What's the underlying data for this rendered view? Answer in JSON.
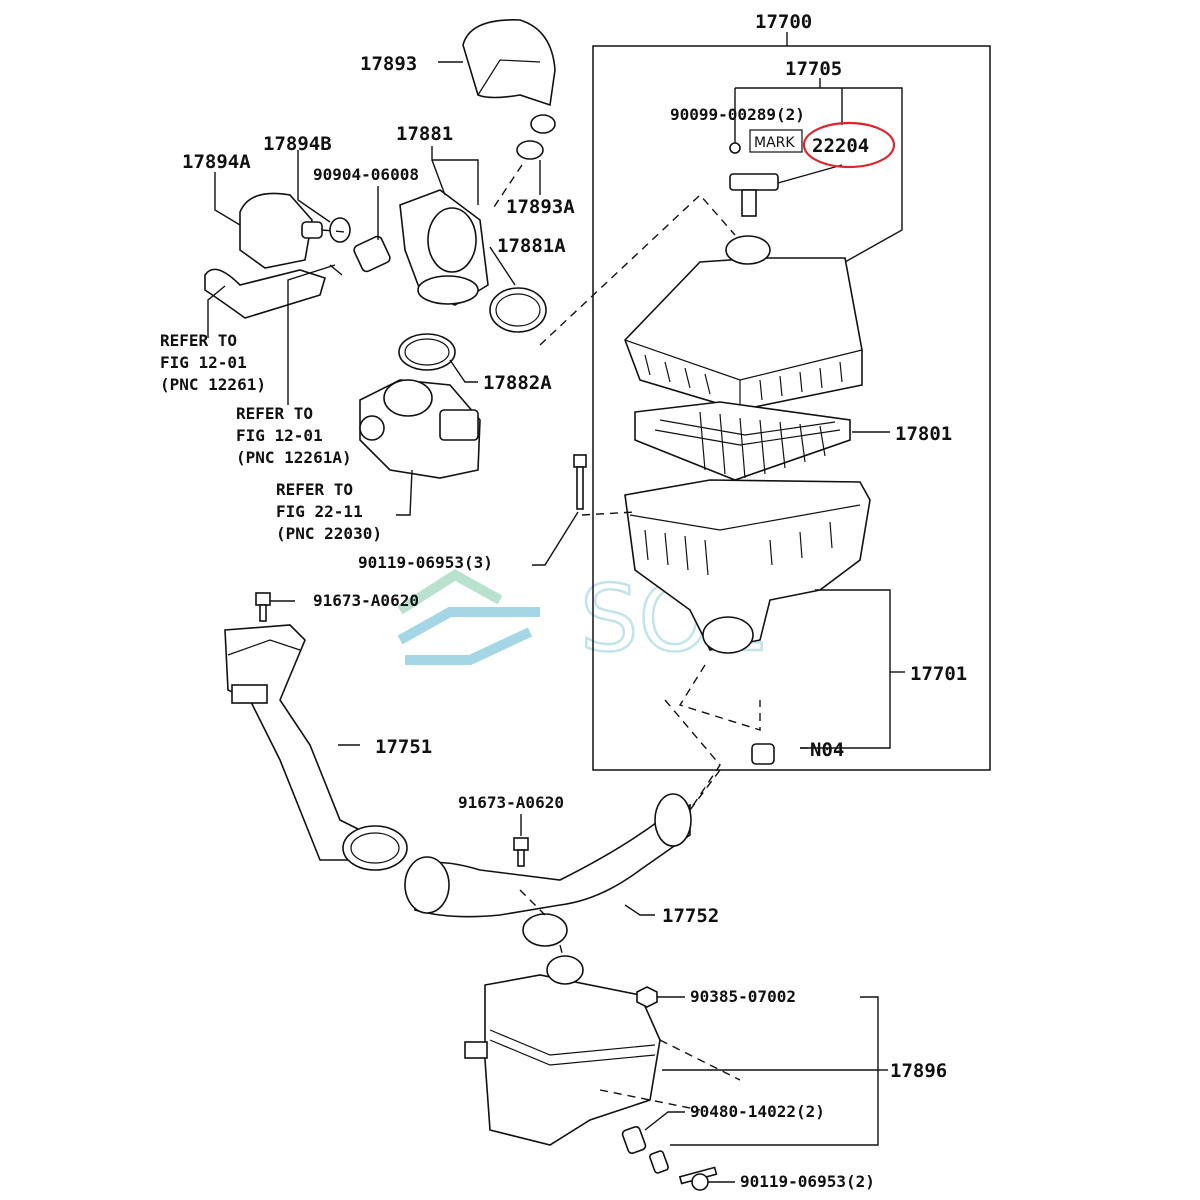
{
  "watermark": "SOL",
  "highlight_color": "#e0242c",
  "labels": {
    "l17700": "17700",
    "l17705": "17705",
    "l90099": "90099-00289(2)",
    "mark": "MARK",
    "l22204": "22204",
    "l17893": "17893",
    "l17894B": "17894B",
    "l17881": "17881",
    "l17894A": "17894A",
    "l90904": "90904-06008",
    "l17893A": "17893A",
    "l17881A": "17881A",
    "l17882A": "17882A",
    "ref1_a": "REFER TO",
    "ref1_b": "FIG 12-01",
    "ref1_c": "(PNC 12261)",
    "ref2_a": "REFER TO",
    "ref2_b": "FIG 12-01",
    "ref2_c": "(PNC 12261A)",
    "ref3_a": "REFER TO",
    "ref3_b": "FIG 22-11",
    "ref3_c": "(PNC 22030)",
    "l17801": "17801",
    "l90119a": "90119-06953(3)",
    "l91673a": "91673-A0620",
    "l17701": "17701",
    "l17751": "17751",
    "lN04": "N04",
    "l91673b": "91673-A0620",
    "l17752": "17752",
    "l90385": "90385-07002",
    "l17896": "17896",
    "l90480": "90480-14022(2)",
    "l90119b": "90119-06953(2)"
  }
}
